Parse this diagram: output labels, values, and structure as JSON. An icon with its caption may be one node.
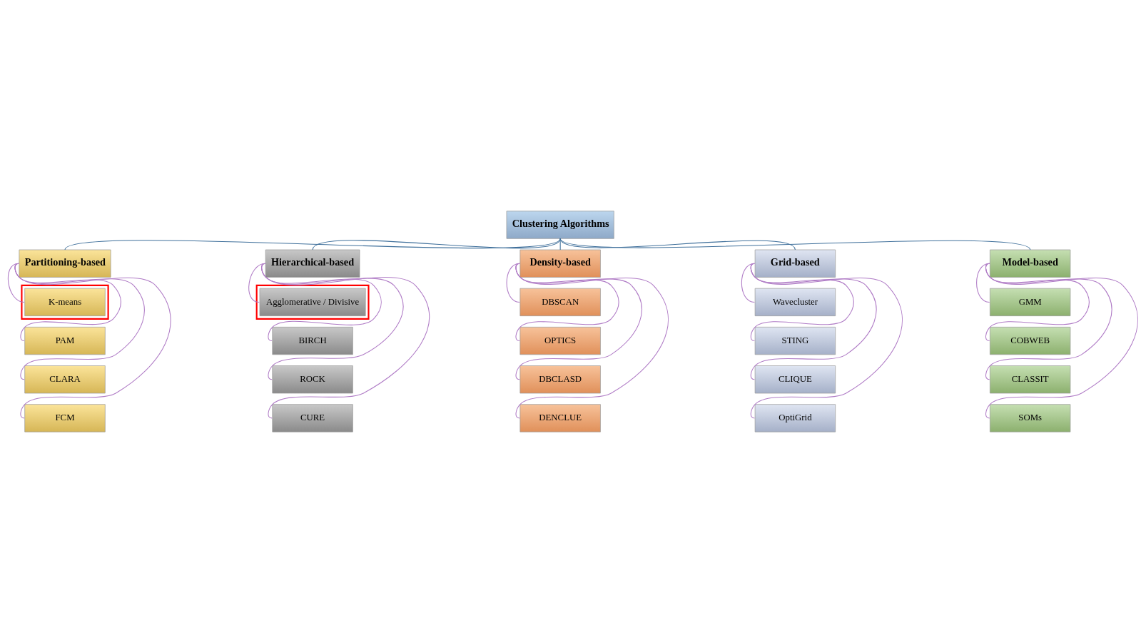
{
  "diagram": {
    "nodes": [
      {
        "text": [
          "Clustering Algorithms"
        ]
      },
      {
        "text": [
          "Partitioning-based"
        ]
      },
      {
        "text": [
          "Hierarchical-based"
        ]
      },
      {
        "text": [
          "Density-based"
        ]
      },
      {
        "text": [
          "Grid-based"
        ]
      },
      {
        "text": [
          "Model-based"
        ]
      },
      {
        "text": [],
        "shape": "box"
      },
      {
        "text": [
          "K-means"
        ],
        "in": 6
      },
      {
        "text": [
          "PAM"
        ]
      },
      {
        "text": [
          "CLARA"
        ]
      },
      {
        "text": [
          "FCM"
        ]
      },
      {
        "text": [],
        "shape": "box"
      },
      {
        "text": [
          "Agglomerative / Divisive"
        ],
        "in": 11
      },
      {
        "text": [
          "BIRCH"
        ]
      },
      {
        "text": [
          "ROCK"
        ]
      },
      {
        "text": [
          "CURE"
        ]
      },
      {
        "text": [
          "DBSCAN"
        ]
      },
      {
        "text": [
          "OPTICS"
        ]
      },
      {
        "text": [
          "DBCLASD"
        ]
      },
      {
        "text": [
          "DENCLUE"
        ]
      },
      {
        "text": [
          "Wavecluster"
        ]
      },
      {
        "text": [
          "STING"
        ]
      },
      {
        "text": [
          "CLIQUE"
        ]
      },
      {
        "text": [
          "OptiGrid"
        ]
      },
      {
        "text": [
          "GMM"
        ]
      },
      {
        "text": [
          "COBWEB"
        ]
      },
      {
        "text": [
          "CLASSIT"
        ]
      },
      {
        "text": [
          "SOMs"
        ]
      }
    ],
    "edges": [
      {
        "from": 0,
        "to": 1,
        "arrow": "none",
        "color": "#41719c"
      },
      {
        "from": 0,
        "to": 2,
        "arrow": "none",
        "color": "#41719c"
      },
      {
        "from": 0,
        "to": 3,
        "arrow": "none",
        "color": "#41719c"
      },
      {
        "from": 0,
        "to": 4,
        "arrow": "none",
        "color": "#41719c"
      },
      {
        "from": 0,
        "to": 5,
        "arrow": "none",
        "color": "#41719c"
      },
      {
        "from": 1,
        "to": 7,
        "arrow": "none"
      },
      {
        "from": 1,
        "to": 8,
        "arrow": "none"
      },
      {
        "from": 1,
        "to": 9,
        "arrow": "none"
      },
      {
        "from": 1,
        "to": 10,
        "arrow": "none"
      },
      {
        "from": 2,
        "to": 12,
        "arrow": "none"
      },
      {
        "from": 2,
        "to": 13,
        "arrow": "none"
      },
      {
        "from": 2,
        "to": 14,
        "arrow": "none"
      },
      {
        "from": 2,
        "to": 15,
        "arrow": "none"
      },
      {
        "from": 3,
        "to": 16,
        "arrow": "none"
      },
      {
        "from": 3,
        "to": 17,
        "arrow": "none"
      },
      {
        "from": 3,
        "to": 18,
        "arrow": "none"
      },
      {
        "from": 3,
        "to": 19,
        "arrow": "none"
      },
      {
        "from": 4,
        "to": 20,
        "arrow": "none"
      },
      {
        "from": 4,
        "to": 21,
        "arrow": "none"
      },
      {
        "from": 4,
        "to": 22,
        "arrow": "none"
      },
      {
        "from": 4,
        "to": 23,
        "arrow": "none"
      },
      {
        "from": 5,
        "to": 24,
        "arrow": "none"
      },
      {
        "from": 5,
        "to": 25,
        "arrow": "none"
      },
      {
        "from": 5,
        "to": 26,
        "arrow": "none"
      },
      {
        "from": 5,
        "to": 27,
        "arrow": "none"
      }
    ]
  }
}
